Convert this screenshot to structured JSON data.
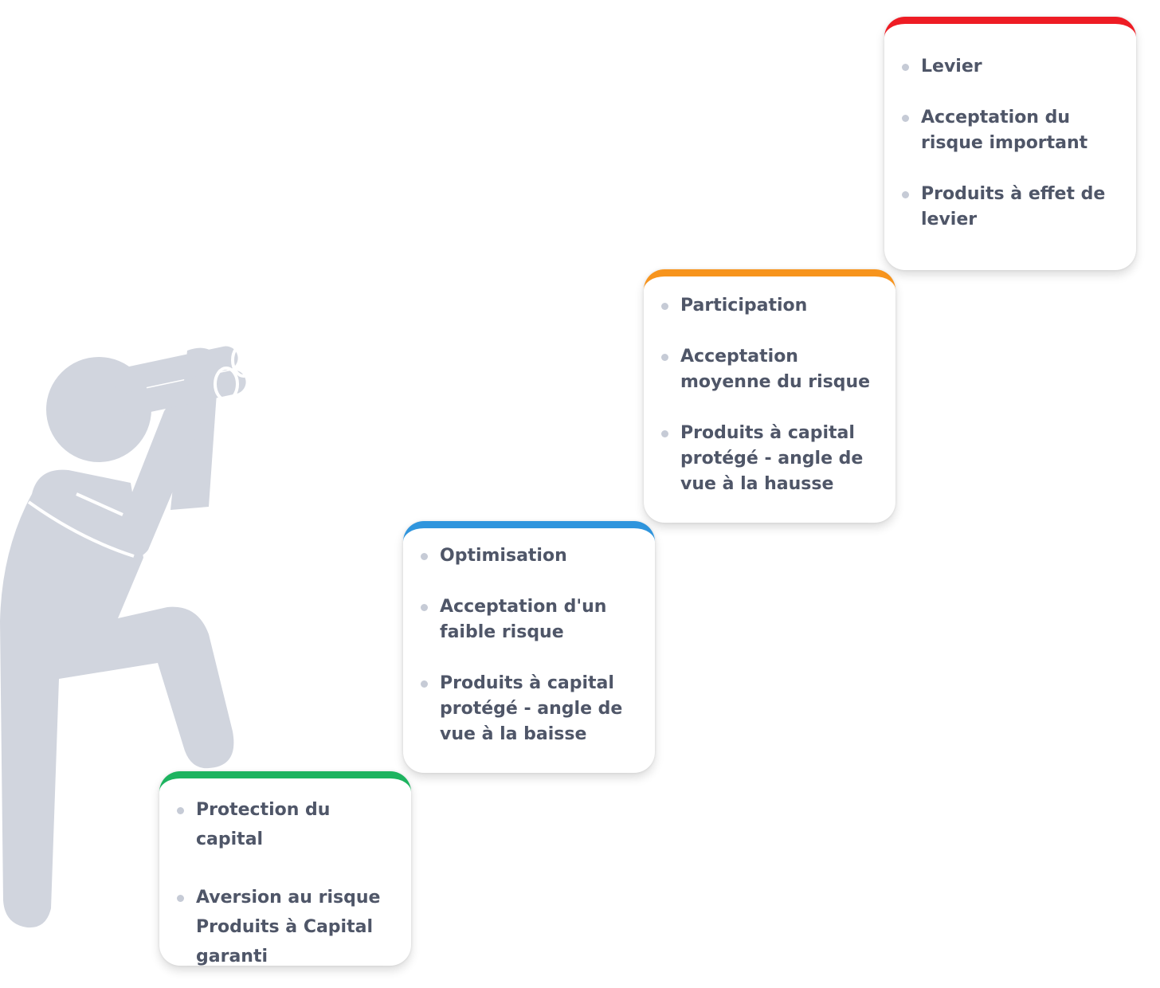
{
  "steps": [
    {
      "color": "#1db35f",
      "items": [
        "Protection du capital",
        "Aversion au risque Produits à Capital garanti"
      ]
    },
    {
      "color": "#2f95dd",
      "items": [
        "Optimisation",
        "Acceptation d'un faible risque",
        "Produits à capital protégé - angle de vue à la baisse"
      ]
    },
    {
      "color": "#f7941d",
      "items": [
        "Participation",
        "Acceptation moyenne du risque",
        "Produits à capital protégé - angle de vue à la hausse"
      ]
    },
    {
      "color": "#ee1c24",
      "items": [
        "Levier",
        "Acceptation du risque important",
        "Produits à effet de levier"
      ]
    }
  ],
  "figure": {
    "icon": "person-with-binoculars-icon",
    "color": "#d1d5de"
  }
}
